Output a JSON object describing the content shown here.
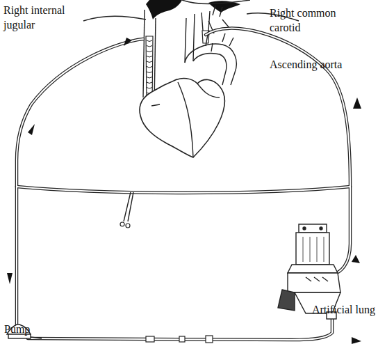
{
  "diagram": {
    "labels": [
      "Right internal jugular",
      "Right common carotid",
      "Ascending aorta",
      "Artificial lung",
      "Pump"
    ]
  }
}
